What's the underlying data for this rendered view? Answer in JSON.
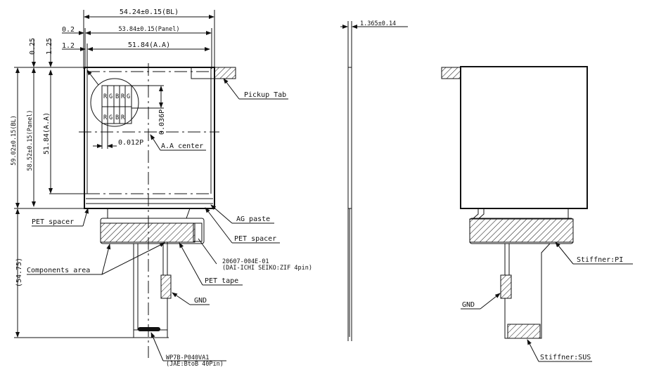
{
  "dimensions": {
    "width_bl": "54.24±0.15(BL)",
    "width_panel": "53.84±0.15(Panel)",
    "width_aa": "51.84(A.A)",
    "offset_02": "0.2",
    "offset_12": "1.2",
    "offset_025": "0.25",
    "offset_125": "1.25",
    "height_bl": "59.02±0.15(BL)",
    "height_panel": "58.52±0.15(Panel)",
    "height_aa": "51.84(A.A)",
    "fpc_length": "(54.75)",
    "pitch_v": "0.036P",
    "pitch_h": "0.012P",
    "thickness": "1.365±0.14"
  },
  "pixels": {
    "row1": [
      "R",
      "G",
      "B",
      "R",
      "G"
    ],
    "row2": [
      "R",
      "G",
      "B",
      "R"
    ]
  },
  "labels": {
    "pickup_tab": "Pickup Tab",
    "aa_center": "A.A center",
    "pet_spacer_left": "PET spacer",
    "ag_paste": "AG paste",
    "pet_spacer_right": "PET spacer",
    "connector_part": "20607-004E-01",
    "connector_desc": "(DAI-ICHI SEIKO:ZIF 4pin)",
    "components_area": "Components area",
    "pet_tape": "PET tape",
    "gnd_front": "GND",
    "btob_part": "WP7B-P040VA1",
    "btob_desc": "(JAE:BtoB 40Pin)",
    "stiffener_pi": "Stiffner:PI",
    "gnd_back": "GND",
    "stiffener_sus": "Stiffner:SUS"
  }
}
